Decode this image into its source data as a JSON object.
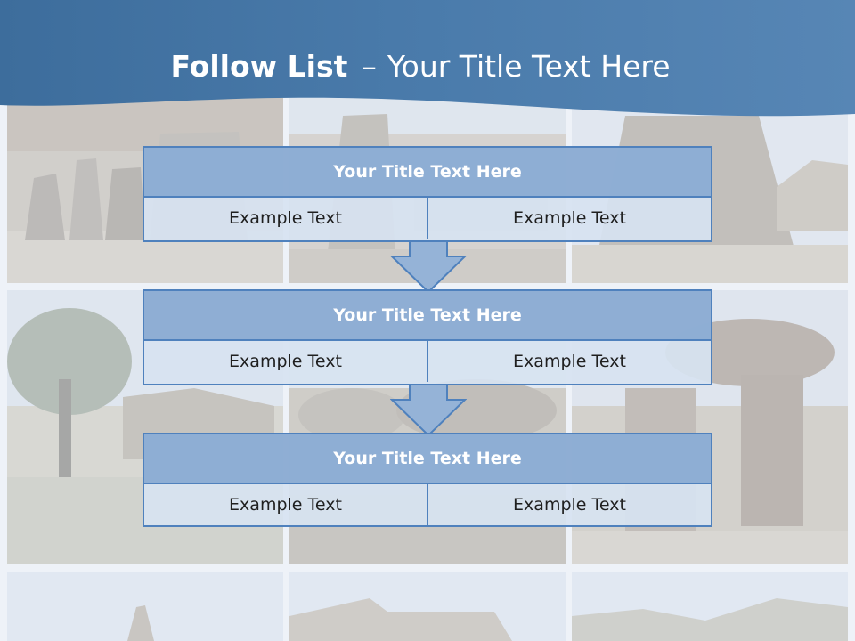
{
  "slide": {
    "title_bold": "Follow List",
    "title_separator": "–",
    "title_rest": "Your Title Text Here"
  },
  "flow": [
    {
      "title": "Your Title Text Here",
      "left": "Example Text",
      "right": "Example Text"
    },
    {
      "title": "Your Title Text Here",
      "left": "Example Text",
      "right": "Example Text"
    },
    {
      "title": "Your Title Text Here",
      "left": "Example Text",
      "right": "Example Text"
    }
  ],
  "colors": {
    "header_blue": "#4a7bab",
    "box_border": "#4f81bd",
    "box_title_fill": "#89aad2",
    "box_body_fill": "#d7e3f1",
    "arrow_fill": "#95b3d7"
  }
}
